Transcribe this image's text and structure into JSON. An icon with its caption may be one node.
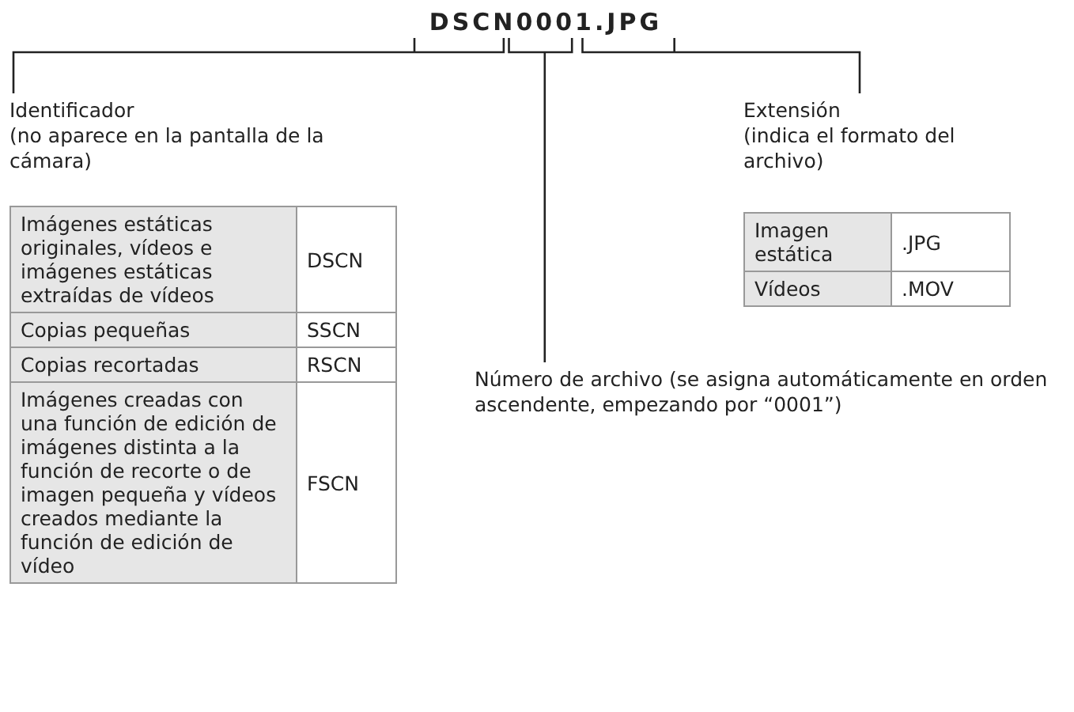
{
  "diagram": {
    "nodes": [
      {
        "text": [
          "DSCN0001.JPG"
        ]
      },
      {
        "text": [
          "Identificador",
          "(no aparece en la pantalla de la cámara)"
        ]
      },
      {
        "text": [
          "Número de archivo (se asigna automáticamente en orden ascendente, empezando por “0001”)"
        ]
      },
      {
        "text": [
          "Extensión",
          "(indica el formato del archivo)"
        ]
      }
    ],
    "edges": [
      {
        "from": 0,
        "to": 1,
        "arrow": "none"
      },
      {
        "from": 0,
        "to": 2,
        "arrow": "none"
      },
      {
        "from": 0,
        "to": 3,
        "arrow": "none"
      }
    ],
    "labels": [
      "Imágenes estáticas originales, vídeos e imágenes estáticas extraídas de vídeos",
      "DSCN",
      "Copias pequeñas",
      "SSCN",
      "Copias recortadas",
      "RSCN",
      "Imágenes creadas con una función de edición de imágenes distinta a la función de recorte o de imagen pequeña y vídeos creados mediante la función de edición de vídeo",
      "FSCN",
      "Imagen estática",
      ".JPG",
      "Vídeos",
      ".MOV"
    ]
  }
}
